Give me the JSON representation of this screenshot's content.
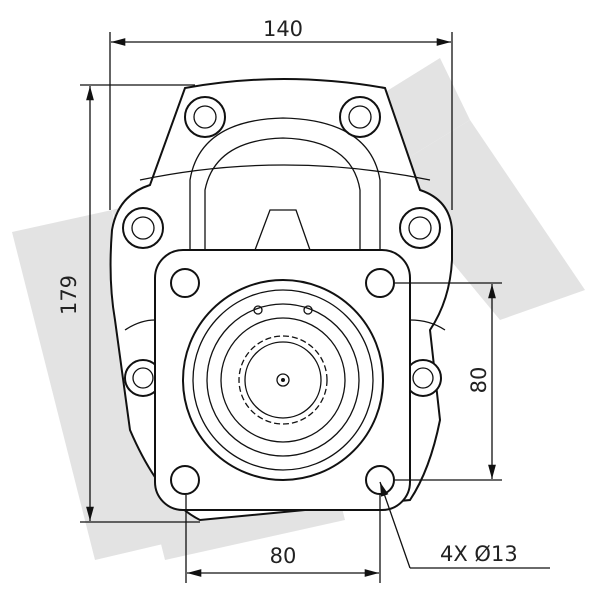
{
  "drawing": {
    "dimensions": {
      "overall_width": "140",
      "overall_height": "179",
      "hole_spacing_vertical": "80",
      "hole_spacing_horizontal": "80",
      "hole_callout": "4X Ø13"
    },
    "watermark_color": "#e3e3e3",
    "line_color": "#111111"
  }
}
